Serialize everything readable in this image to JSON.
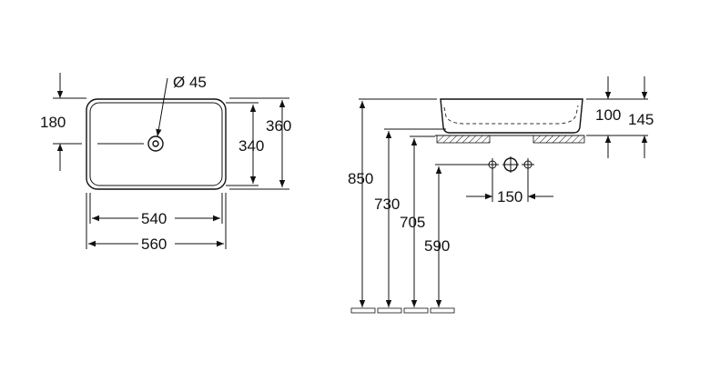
{
  "dimensions": {
    "drain_diameter": "Ø 45",
    "drain_offset": "180",
    "inner_depth": "340",
    "outer_depth": "360",
    "inner_width": "540",
    "outer_width": "560",
    "height_850": "850",
    "height_730": "730",
    "height_705": "705",
    "height_590": "590",
    "bowl_height": "100",
    "total_height": "145",
    "tap_spacing": "150"
  },
  "colors": {
    "line": "#111111",
    "background": "#ffffff"
  }
}
